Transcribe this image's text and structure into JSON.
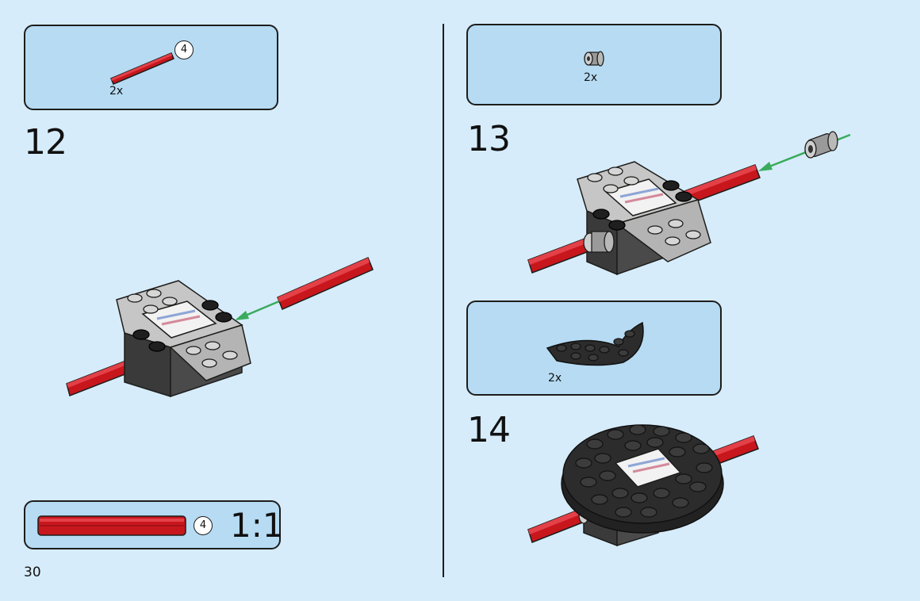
{
  "page": {
    "number": "30"
  },
  "steps": [
    {
      "number": "12",
      "parts": [
        {
          "qty": "2x",
          "length": "4",
          "icon": "red-axle-icon"
        }
      ]
    },
    {
      "number": "13",
      "parts": [
        {
          "qty": "2x",
          "icon": "bush-icon"
        }
      ]
    },
    {
      "number": "14",
      "parts": [
        {
          "qty": "2x",
          "icon": "round-plate-quarter-icon"
        }
      ]
    }
  ],
  "scale_box": {
    "length": "4",
    "ratio": "1:1",
    "icon": "red-axle-icon"
  },
  "colors": {
    "page_bg": "#d6ecfb",
    "callout_bg": "#b6dbf3",
    "axle_red": "#c8161d",
    "brick_dark": "#3a3a3a",
    "plate_light": "#a5a5a5",
    "arrow_green": "#3aab5c"
  }
}
